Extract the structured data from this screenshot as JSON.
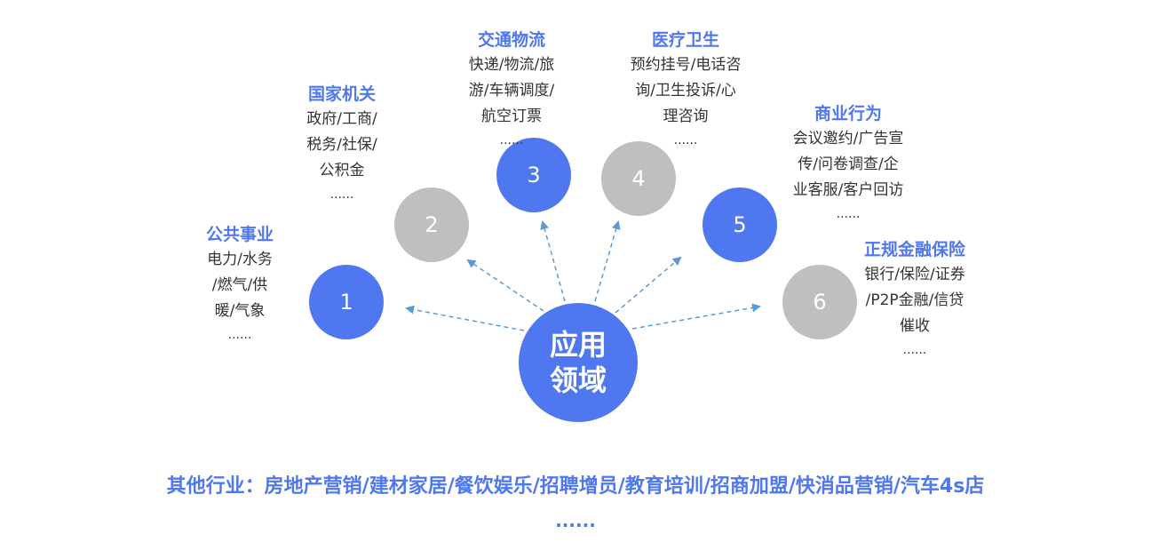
{
  "center": {
    "line1": "应用",
    "line2": "领域"
  },
  "nodes": [
    {
      "number": "1",
      "title": "公共事业",
      "lines": [
        "电力/水务",
        "/燃气/供",
        "暖/气象"
      ],
      "more": "......"
    },
    {
      "number": "2",
      "title": "国家机关",
      "lines": [
        "政府/工商/",
        "税务/社保/",
        "公积金"
      ],
      "more": "......"
    },
    {
      "number": "3",
      "title": "交通物流",
      "lines": [
        "快递/物流/旅",
        "游/车辆调度/",
        "航空订票"
      ],
      "more": "......"
    },
    {
      "number": "4",
      "title": "医疗卫生",
      "lines": [
        "预约挂号/电话咨",
        "询/卫生投诉/心",
        "理咨询"
      ],
      "more": "......"
    },
    {
      "number": "5",
      "title": "商业行为",
      "lines": [
        "会议邀约/广告宣",
        "传/问卷调查/企",
        "业客服/客户回访"
      ],
      "more": "......"
    },
    {
      "number": "6",
      "title": "正规金融保险",
      "lines": [
        "银行/保险/证券",
        "/P2P金融/信贷",
        "催收"
      ],
      "more": "......"
    }
  ],
  "footer": {
    "text": "其他行业：房地产营销/建材家居/餐饮娱乐/招聘增员/教育培训/招商加盟/快消品营销/汽车4s店",
    "more": "......"
  },
  "colors": {
    "accent": "#4f78f0",
    "inactive": "#bfbfbf",
    "arrow": "#5b9bd5"
  }
}
